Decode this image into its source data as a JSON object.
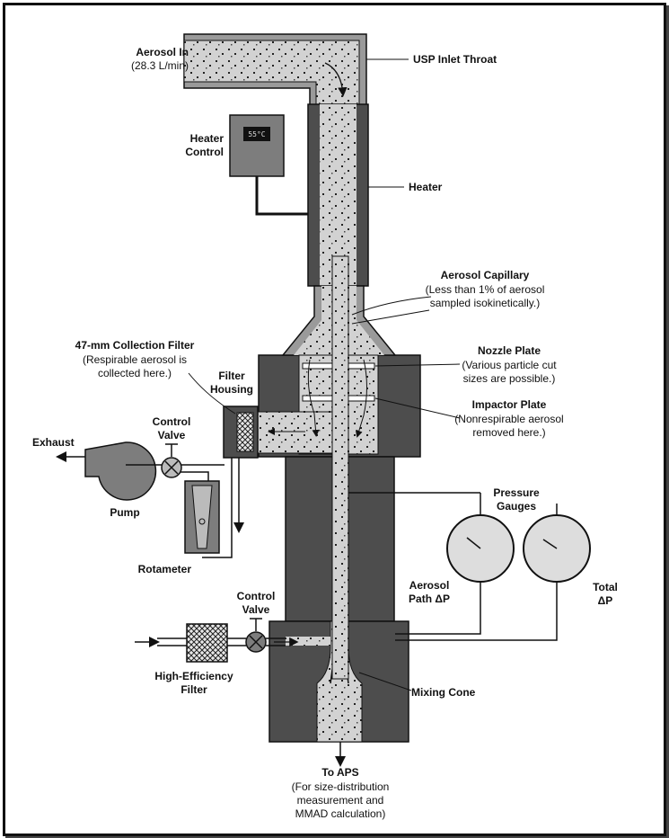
{
  "labels": {
    "aerosol_in": "Aerosol In",
    "aerosol_in_flow": "(28.3 L/min)",
    "inlet_throat": "USP Inlet Throat",
    "heater_control_1": "Heater",
    "heater_control_2": "Control",
    "heater_display": "55°C",
    "heater": "Heater",
    "capillary_title": "Aerosol Capillary",
    "capillary_note_1": "(Less than 1% of aerosol",
    "capillary_note_2": "sampled isokinetically.)",
    "collection_filter_title": "47-mm Collection Filter",
    "collection_filter_note_1": "(Respirable aerosol is",
    "collection_filter_note_2": "collected here.)",
    "filter_housing_1": "Filter",
    "filter_housing_2": "Housing",
    "nozzle_title": "Nozzle Plate",
    "nozzle_note_1": "(Various particle cut",
    "nozzle_note_2": "sizes are possible.)",
    "impactor_title": "Impactor Plate",
    "impactor_note_1": "(Nonrespirable aerosol",
    "impactor_note_2": "removed here.)",
    "control_valve_top_1": "Control",
    "control_valve_top_2": "Valve",
    "exhaust": "Exhaust",
    "pump": "Pump",
    "rotameter": "Rotameter",
    "pressure_gauges_1": "Pressure",
    "pressure_gauges_2": "Gauges",
    "aerosol_path_1": "Aerosol",
    "aerosol_path_2": "Path ΔP",
    "total_1": "Total",
    "total_2": "ΔP",
    "control_valve_bottom_1": "Control",
    "control_valve_bottom_2": "Valve",
    "hepa_1": "High-Efficiency",
    "hepa_2": "Filter",
    "mixing_cone": "Mixing Cone",
    "to_aps": "To APS",
    "to_aps_note_1": "(For size-distribution",
    "to_aps_note_2": "measurement and",
    "to_aps_note_3": "MMAD calculation)"
  },
  "colors": {
    "block": "#4d4d4d",
    "aerosol_fill": "#d2d2d2",
    "tube_wall": "#9a9a9a",
    "equipment": "#7d7d7d",
    "line": "#111111"
  }
}
